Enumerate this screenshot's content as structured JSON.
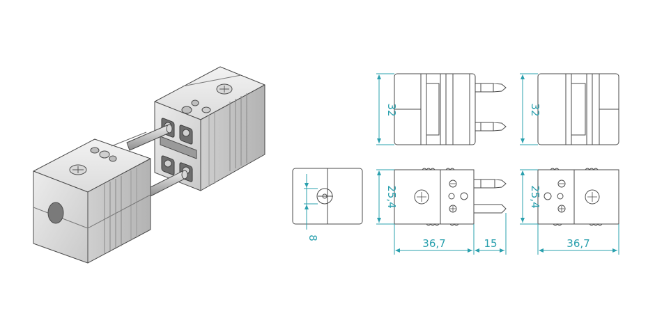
{
  "colors": {
    "dimension": "#2aa0ae",
    "outline": "#4a4a4a",
    "body_light": "#e4e4e4",
    "body_mid": "#cfcfcf",
    "body_dark": "#a9a9a9",
    "background": "#ffffff"
  },
  "dimensions": {
    "top_height_left": "32",
    "top_height_right": "32",
    "front_height_left": "25,4",
    "front_height_right": "25,4",
    "side_hole": "8",
    "body_length_left": "36,7",
    "pin_length": "15",
    "body_length_right": "36,7"
  }
}
